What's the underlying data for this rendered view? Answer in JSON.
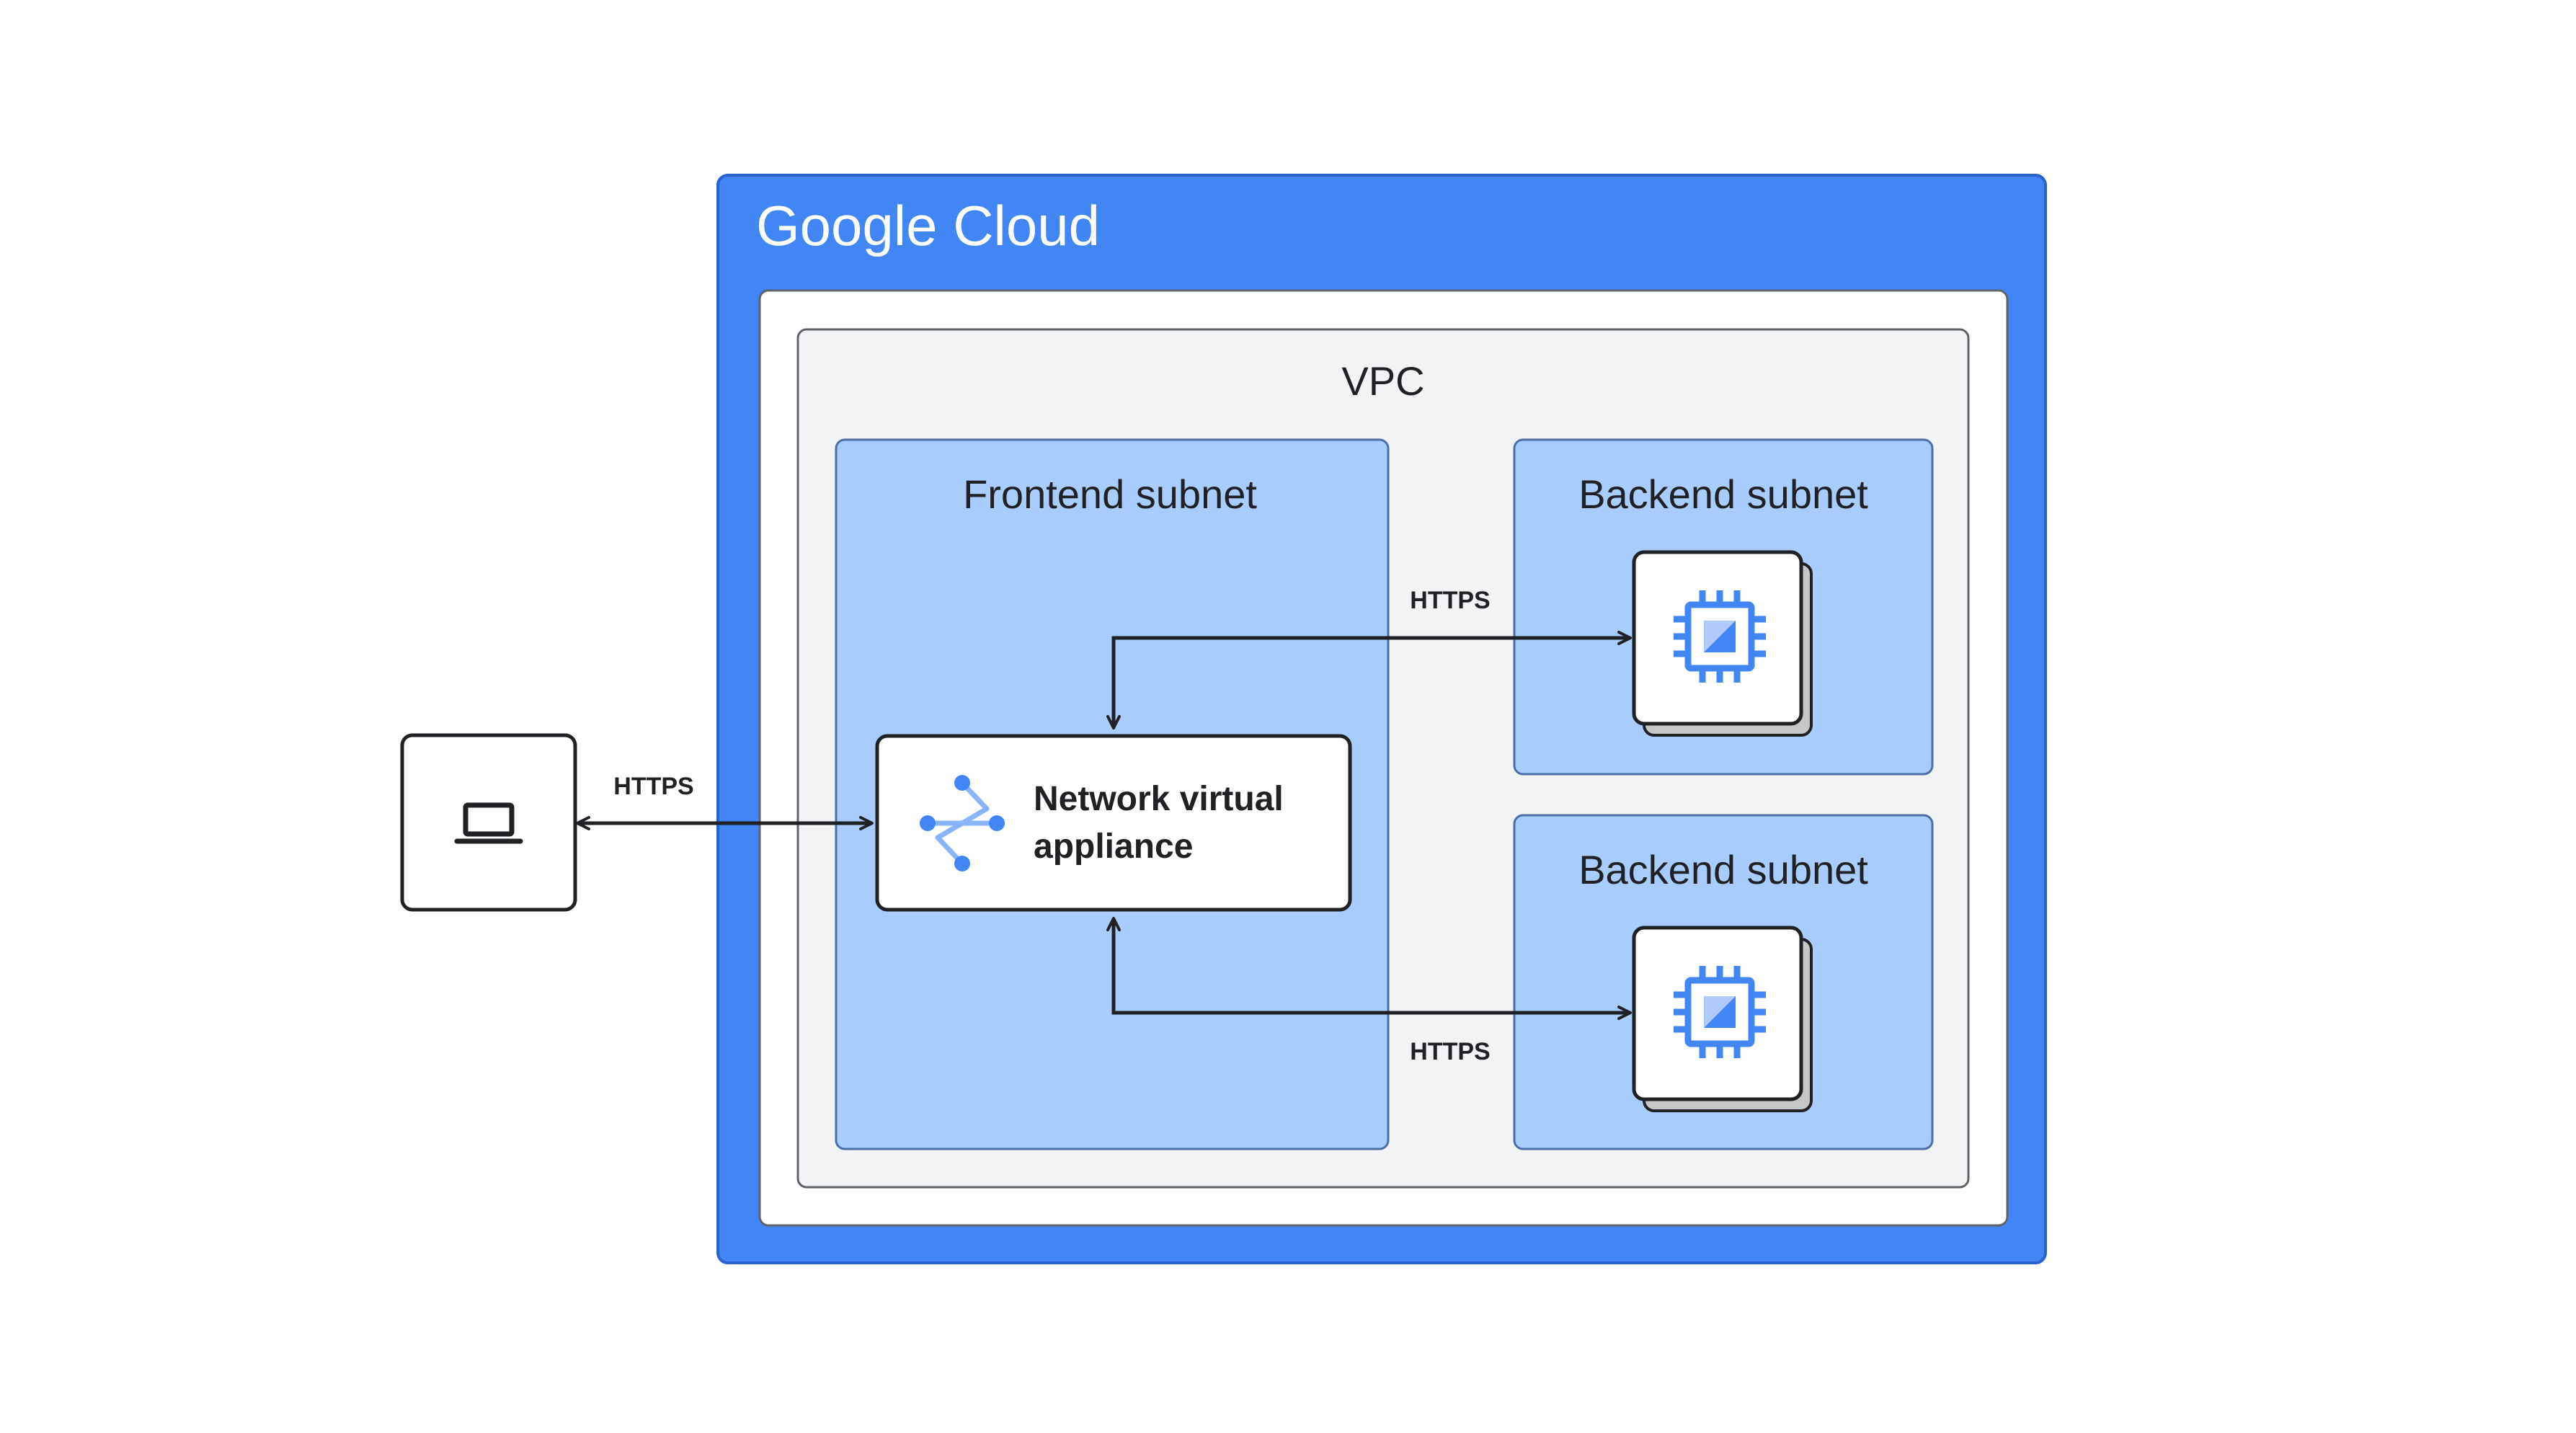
{
  "cloud": {
    "title": "Google Cloud"
  },
  "vpc": {
    "label": "VPC"
  },
  "frontend_subnet": {
    "label": "Frontend subnet"
  },
  "appliance": {
    "line1": "Network virtual",
    "line2": "appliance",
    "icon": "network-virtual-appliance-icon"
  },
  "backend_subnets": [
    {
      "label": "Backend subnet",
      "icon": "compute-chip-icon"
    },
    {
      "label": "Backend subnet",
      "icon": "compute-chip-icon"
    }
  ],
  "client": {
    "icon": "laptop-icon"
  },
  "connections": [
    {
      "label": "HTTPS",
      "from": "client",
      "to": "appliance"
    },
    {
      "label": "HTTPS",
      "from": "appliance",
      "to": "backend-1"
    },
    {
      "label": "HTTPS",
      "from": "appliance",
      "to": "backend-2"
    }
  ],
  "colors": {
    "cloud_blue": "#4285F4",
    "subnet_blue": "#A8CDFD",
    "vpc_gray": "#F1F3F4",
    "icon_blue": "#4285F4",
    "stroke": "#202124"
  }
}
